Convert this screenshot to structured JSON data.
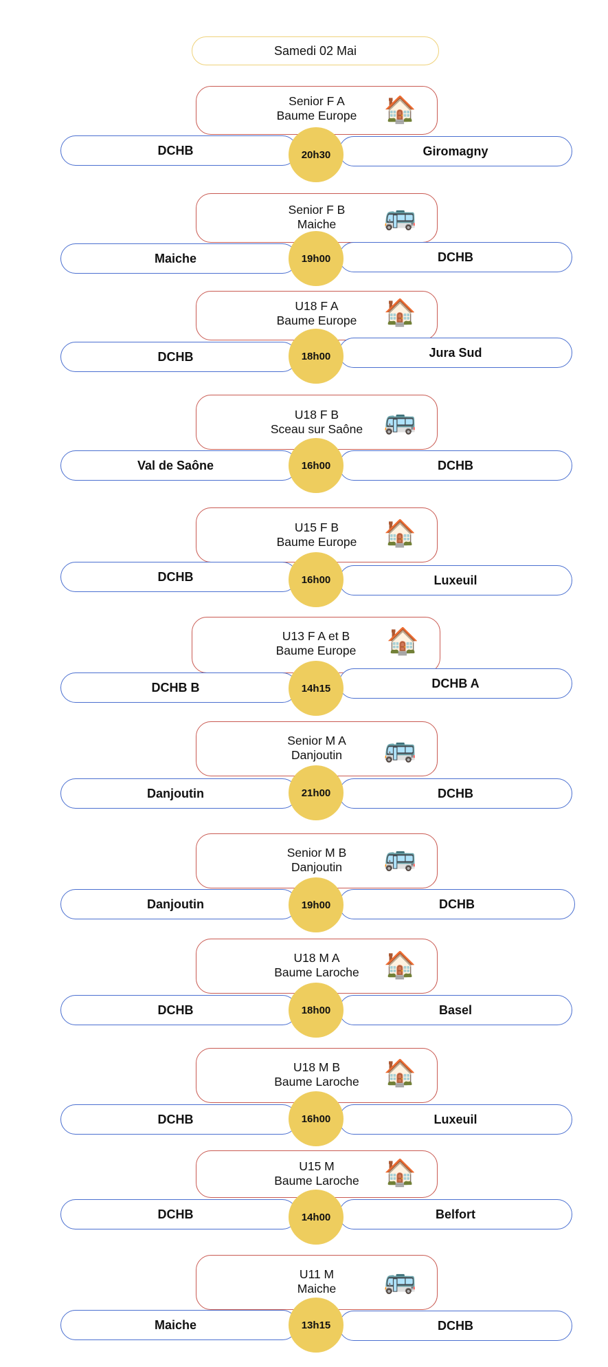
{
  "date_label": "Samedi 02 Mai",
  "icons": {
    "home": "🏠",
    "away": "🚌"
  },
  "matches": [
    {
      "team": "Senior F A",
      "venue": "Baume Europe",
      "location": "home",
      "home_team": "DCHB",
      "away_team": "Giromagny",
      "time": "20h30"
    },
    {
      "team": "Senior F B",
      "venue": "Maiche",
      "location": "away",
      "home_team": "Maiche",
      "away_team": "DCHB",
      "time": "19h00"
    },
    {
      "team": "U18 F A",
      "venue": "Baume Europe",
      "location": "home",
      "home_team": "DCHB",
      "away_team": "Jura Sud",
      "time": "18h00"
    },
    {
      "team": "U18 F B",
      "venue": "Sceau sur Saône",
      "location": "away",
      "home_team": "Val de Saône",
      "away_team": "DCHB",
      "time": "16h00"
    },
    {
      "team": "U15 F B",
      "venue": "Baume Europe",
      "location": "home",
      "home_team": "DCHB",
      "away_team": "Luxeuil",
      "time": "16h00"
    },
    {
      "team": "U13 F A et B",
      "venue": "Baume Europe",
      "location": "home",
      "home_team": "DCHB B",
      "away_team": "DCHB A",
      "time": "14h15"
    },
    {
      "team": "Senior M A",
      "venue": "Danjoutin",
      "location": "away",
      "home_team": "Danjoutin",
      "away_team": "DCHB",
      "time": "21h00"
    },
    {
      "team": "Senior M B",
      "venue": "Danjoutin",
      "location": "away",
      "home_team": "Danjoutin",
      "away_team": "DCHB",
      "time": "19h00"
    },
    {
      "team": "U18 M A",
      "venue": "Baume Laroche",
      "location": "home",
      "home_team": "DCHB",
      "away_team": "Basel",
      "time": "18h00"
    },
    {
      "team": "U18 M B",
      "venue": "Baume Laroche",
      "location": "home",
      "home_team": "DCHB",
      "away_team": "Luxeuil",
      "time": "16h00"
    },
    {
      "team": "U15 M",
      "venue": "Baume Laroche",
      "location": "home",
      "home_team": "DCHB",
      "away_team": "Belfort",
      "time": "14h00"
    },
    {
      "team": "U11 M",
      "venue": "Maiche",
      "location": "away",
      "home_team": "Maiche",
      "away_team": "DCHB",
      "time": "13h15"
    }
  ],
  "colors": {
    "date_border": "#efd27a",
    "card_border": "#c95a52",
    "pill_border": "#4a6fd0",
    "time_fill": "#eecd5e"
  }
}
